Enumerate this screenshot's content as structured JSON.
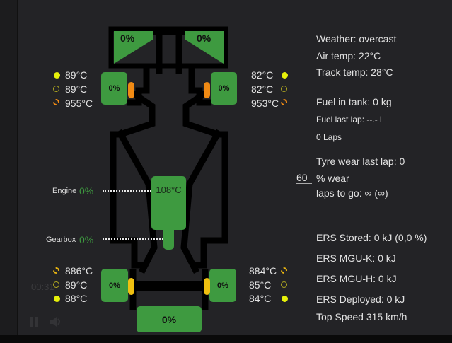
{
  "car": {
    "front_wing_left": "0%",
    "front_wing_right": "0%",
    "front_left_tyre_wear": "0%",
    "front_right_tyre_wear": "0%",
    "rear_left_tyre_wear": "0%",
    "rear_right_tyre_wear": "0%",
    "rear_wing": "0%",
    "engine_temp": "108°C",
    "engine_label": "Engine",
    "engine_wear": "0%",
    "gearbox_label": "Gearbox",
    "gearbox_wear": "0%",
    "front_left_temps": [
      "89°C",
      "89°C",
      "955°C"
    ],
    "front_right_temps": [
      "82°C",
      "82°C",
      "953°C"
    ],
    "rear_left_temps": [
      "886°C",
      "89°C",
      "88°C"
    ],
    "rear_right_temps": [
      "884°C",
      "85°C",
      "84°C"
    ],
    "colors": {
      "part_ok": "#3e9a40",
      "front_brake": "#f08a14",
      "rear_brake": "#f0c010",
      "surface_dot": "#e6f00a"
    }
  },
  "info": {
    "weather": "Weather: overcast",
    "air_temp": "Air temp: 22°C",
    "track_temp": "Track temp: 28°C",
    "fuel_in_tank": "Fuel in tank: 0 kg",
    "fuel_last_lap": "Fuel last lap: --.- l",
    "laps": "0 Laps",
    "tyre_wear_last_lap": "Tyre wear last lap: 0",
    "wear_input_value": "60",
    "wear_label": "% wear",
    "laps_to_go": "laps to go: ∞ (∞)",
    "ers_stored": "ERS Stored: 0 kJ (0,0 %)",
    "ers_mguk": "ERS MGU-K: 0 kJ",
    "ers_mguh": "ERS MGU-H: 0 kJ",
    "ers_deployed": "ERS Deployed: 0 kJ",
    "top_speed": "Top Speed 315 km/h"
  },
  "player": {
    "time": "00:31"
  }
}
